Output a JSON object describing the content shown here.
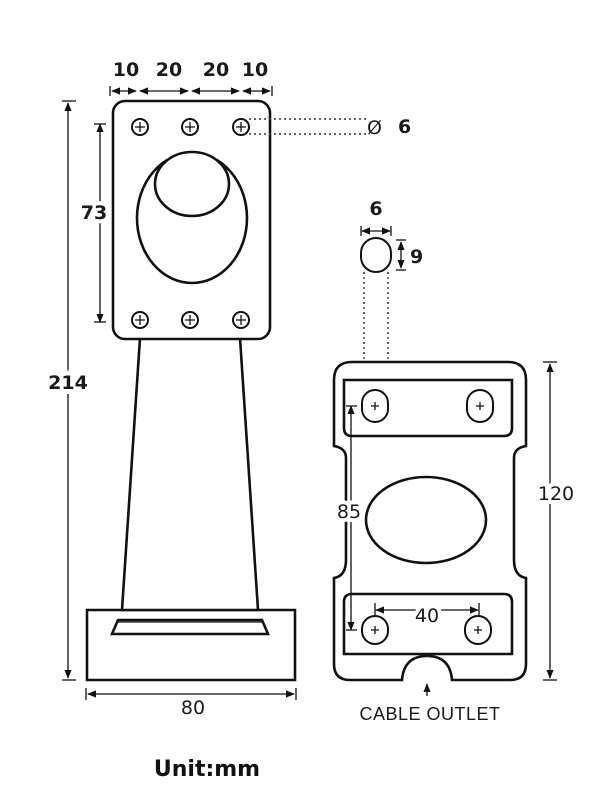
{
  "drawing": {
    "top_widths": [
      "10",
      "20",
      "20",
      "10"
    ],
    "hole_dia": "6",
    "hole_symbol": "Ø",
    "plate_height": "73",
    "total_height": "214",
    "base_width": "80",
    "slot_width": "6",
    "slot_height": "9",
    "mount_height": "120",
    "hole_spacing_v": "85",
    "hole_spacing_h": "40",
    "cable_outlet": "CABLE OUTLET",
    "unit": "Unit:mm"
  }
}
